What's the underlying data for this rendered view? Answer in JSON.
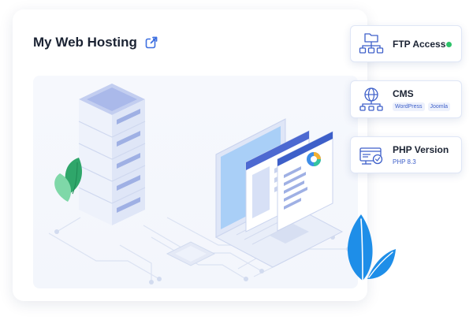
{
  "panel": {
    "title": "My Web Hosting"
  },
  "cards": {
    "ftp": {
      "title": "FTP Access",
      "status_color": "#2ec26a",
      "icon": "network-folder-icon"
    },
    "cms": {
      "title": "CMS",
      "tags": [
        "WordPress",
        "Joomla"
      ],
      "icon": "globe-network-icon"
    },
    "php": {
      "title": "PHP Version",
      "value": "PHP 8.3",
      "icon": "server-settings-icon"
    }
  },
  "colors": {
    "accent": "#3d5fc9",
    "leaf": "#1e8ee8",
    "illustration_bg": "#f4f7fd"
  }
}
